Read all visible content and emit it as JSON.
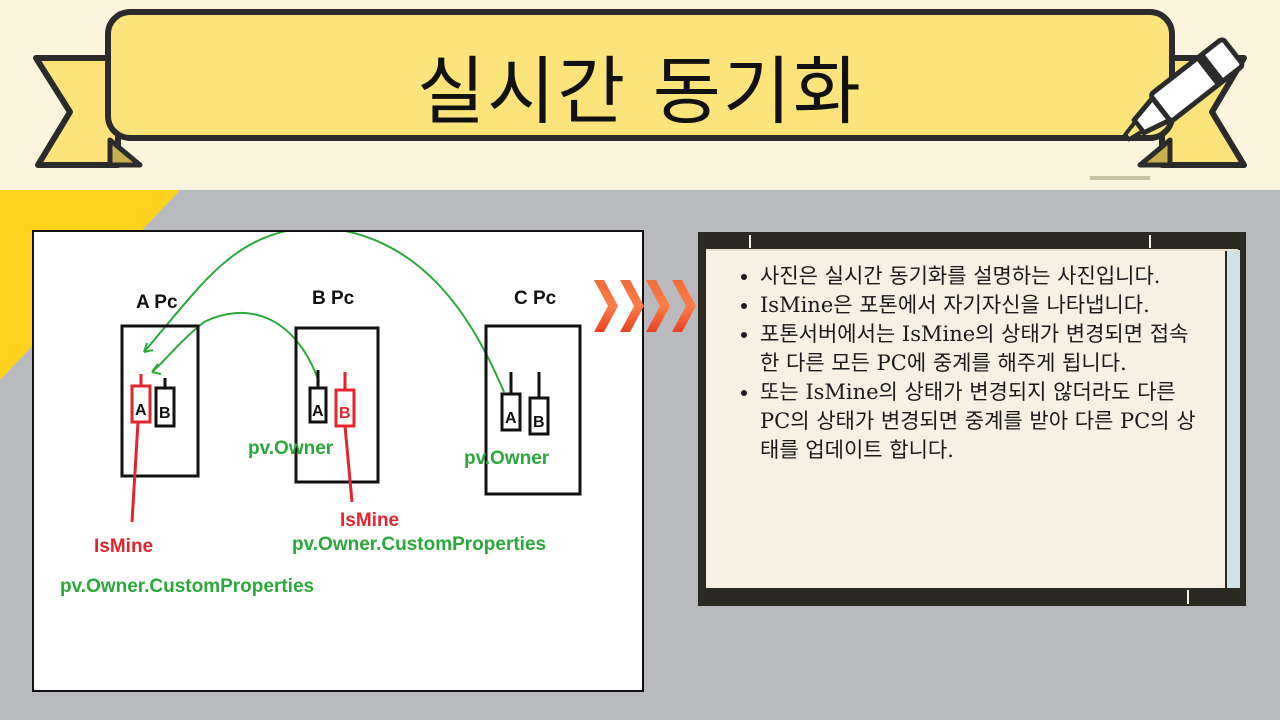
{
  "slide": {
    "title": "실시간 동기화"
  },
  "colors": {
    "banner_fill": "#fde47a",
    "background_top": "#faf5dc",
    "background_bottom": "#b9babd",
    "accent_yellow": "#ffd21e",
    "chevron": "#f0572c",
    "scroll_paper": "#f6f1e2",
    "scroll_edge": "#2a2a22",
    "diagram_green": "#2aa83a",
    "diagram_red": "#e0262e"
  },
  "diagram": {
    "pcs": [
      {
        "label": "A Pc",
        "boxes": [
          "A",
          "B"
        ]
      },
      {
        "label": "B Pc",
        "boxes": [
          "A",
          "B"
        ]
      },
      {
        "label": "C Pc",
        "boxes": [
          "A",
          "B"
        ]
      }
    ],
    "annotations": {
      "ismine_a": "IsMine",
      "owner_props_a": "pv.Owner.CustomProperties",
      "owner_b": "pv.Owner",
      "ismine_b": "IsMine",
      "owner_props_b": "pv.Owner.CustomProperties",
      "owner_c": "pv.Owner"
    }
  },
  "bullets": [
    "사진은 실시간 동기화를 설명하는 사진입니다.",
    "IsMine은 포톤에서 자기자신을 나타냅니다.",
    "포톤서버에서는 IsMine의 상태가 변경되면 접속한 다른 모든 PC에 중계를 해주게 됩니다.",
    "또는 IsMine의 상태가 변경되지 않더라도 다른 PC의 상태가 변경되면 중계를 받아 다른 PC의 상태를 업데이트 합니다."
  ],
  "icons": {
    "decoration": "highlighter-icon",
    "arrow": "chevron-right-icon"
  }
}
